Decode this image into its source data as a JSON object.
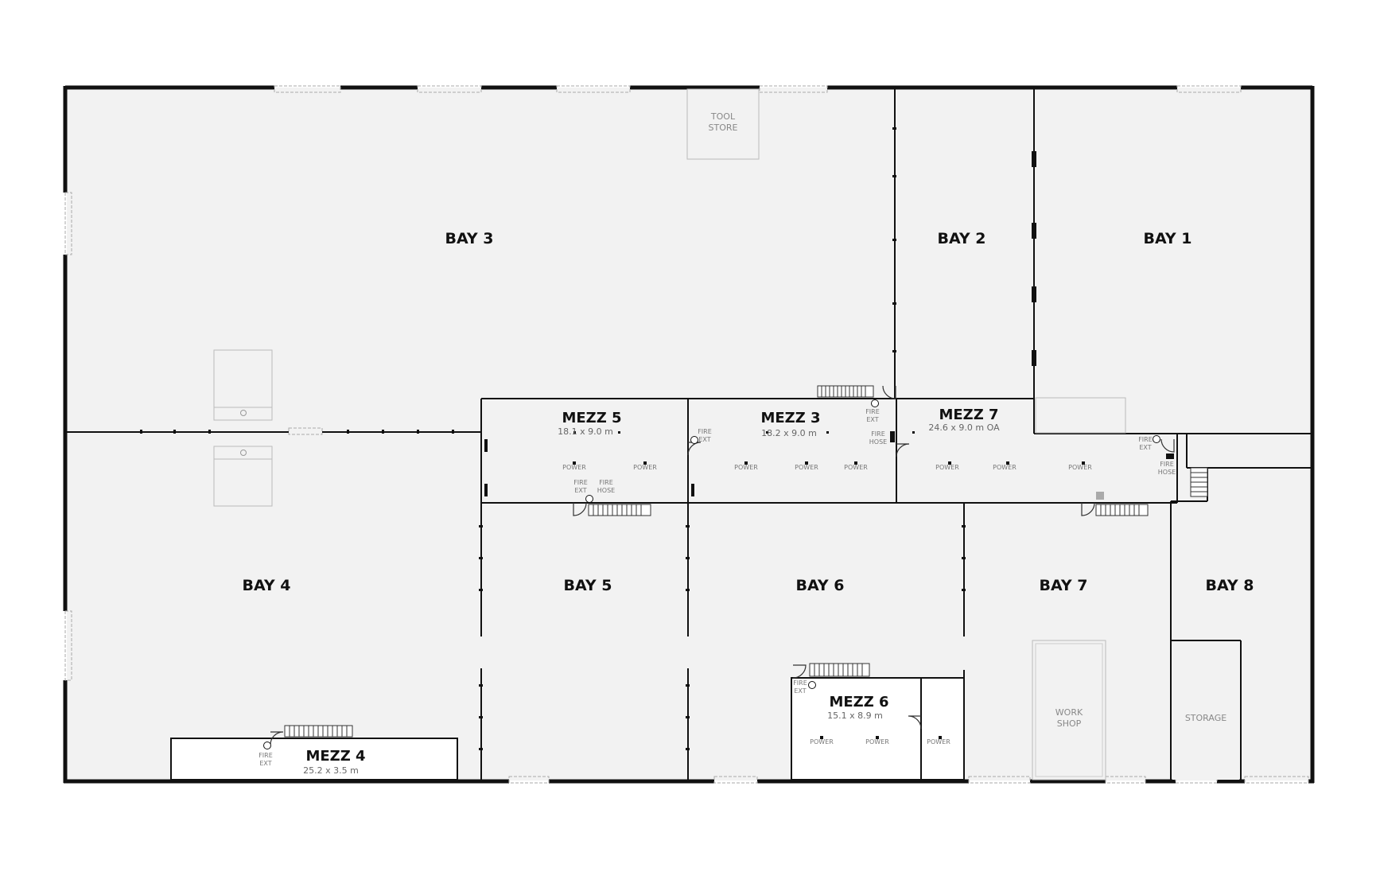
{
  "bays": {
    "bay1": "BAY 1",
    "bay2": "BAY 2",
    "bay3": "BAY 3",
    "bay4": "BAY 4",
    "bay5": "BAY 5",
    "bay6": "BAY 6",
    "bay7": "BAY 7",
    "bay8": "BAY 8"
  },
  "mezzanines": {
    "mezz3": {
      "name": "MEZZ 3",
      "dims": "18.2 x 9.0 m"
    },
    "mezz4": {
      "name": "MEZZ 4",
      "dims": "25.2 x 3.5 m"
    },
    "mezz5": {
      "name": "MEZZ 5",
      "dims": "18.1 x 9.0 m"
    },
    "mezz6": {
      "name": "MEZZ 6",
      "dims": "15.1 x 8.9 m"
    },
    "mezz7": {
      "name": "MEZZ 7",
      "dims": "24.6 x 9.0 m OA"
    }
  },
  "rooms": {
    "tool_store": [
      "TOOL",
      "STORE"
    ],
    "work_shop": [
      "WORK",
      "SHOP"
    ],
    "storage": "STORAGE"
  },
  "labels": {
    "power": "POWER",
    "fire_ext": [
      "FIRE",
      "EXT"
    ],
    "fire_hose": [
      "FIRE",
      "HOSE"
    ]
  },
  "colors": {
    "floor": "#f2f2f2",
    "wall": "#111111",
    "door": "#aaaaaa"
  }
}
